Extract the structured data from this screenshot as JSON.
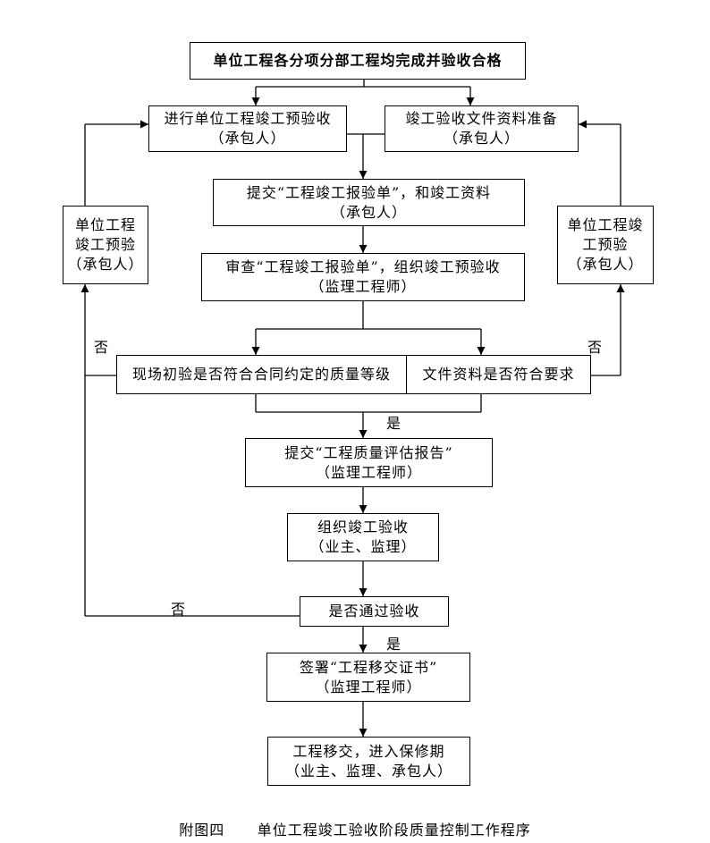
{
  "nodes": {
    "start": "单位工程各分项分部工程均完成并验收合格",
    "pre_accept_1": "进行单位工程竣工预验收",
    "pre_accept_2": "（承包人）",
    "docs_prep_1": "竣工验收文件资料准备",
    "docs_prep_2": "（承包人）",
    "submit_1": "提交“工程竣工报验单”，和竣工资料",
    "submit_2": "（承包人）",
    "review_1": "审查“工程竣工报验单”，组织竣工预验收",
    "review_2": "（监理工程师）",
    "left_side_1": "单位工程",
    "left_side_2": "竣工预验",
    "left_side_3": "（承包人）",
    "right_side_1": "单位工程竣",
    "right_side_2": "工预验",
    "right_side_3": "（承包人）",
    "check_quality": "现场初验是否符合合同约定的质量等级",
    "check_docs": "文件资料是否符合要求",
    "quality_report_1": "提交“工程质量评估报告”",
    "quality_report_2": "（监理工程师）",
    "organize_1": "组织竣工验收",
    "organize_2": "（业主、监理）",
    "pass_check": "是否通过验收",
    "sign_1": "签署“工程移交证书”",
    "sign_2": "（监理工程师）",
    "handover_1": "工程移交，进入保修期",
    "handover_2": "（业主、监理、承包人）"
  },
  "labels": {
    "no_left": "否",
    "no_right": "否",
    "yes_1": "是",
    "no_bottom": "否",
    "yes_2": "是"
  },
  "caption": {
    "figure_no": "附图四",
    "title": "单位工程竣工验收阶段质量控制工作程序"
  }
}
